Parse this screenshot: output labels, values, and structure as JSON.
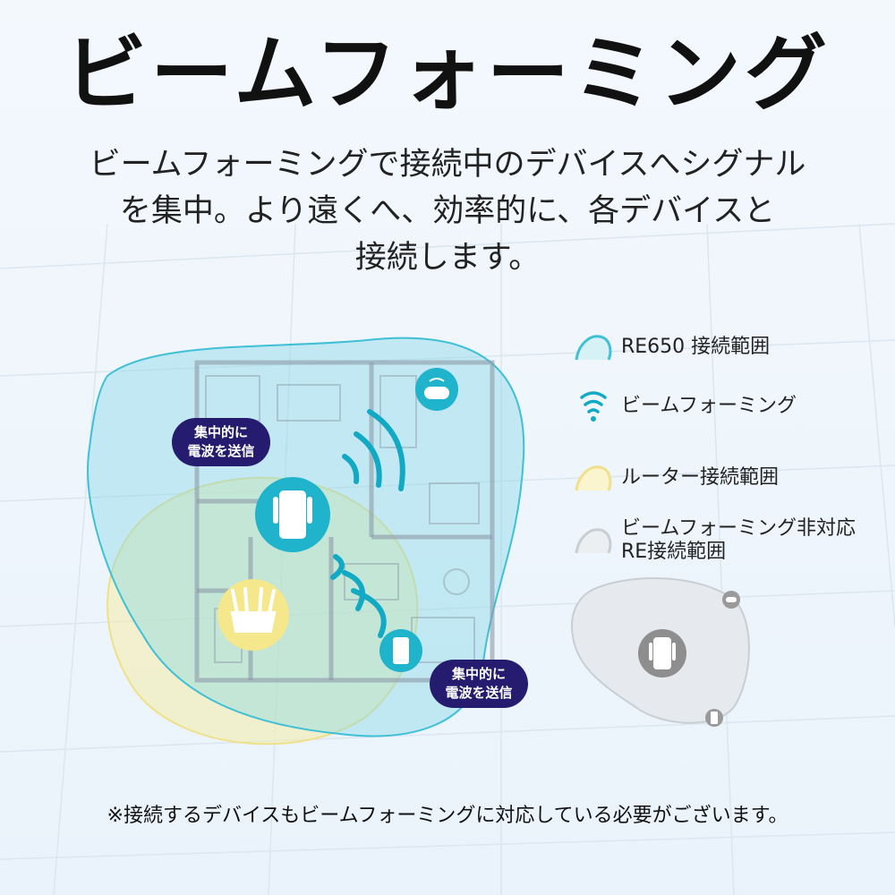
{
  "title": "ビームフォーミング",
  "description": {
    "line1": "ビームフォーミングで接続中のデバイスへシグナル",
    "line2": "を集中。より遠くへ、効率的に、各デバイスと",
    "line3": "接続します。"
  },
  "badges": {
    "top": {
      "line1": "集中的に",
      "line2": "電波を送信"
    },
    "bottom": {
      "line1": "集中的に",
      "line2": "電波を送信"
    }
  },
  "legend": [
    {
      "icon": "cyan-area-icon",
      "label": "RE650 接続範囲"
    },
    {
      "icon": "wifi-beam-icon",
      "label": "ビームフォーミング"
    },
    {
      "icon": "yellow-area-icon",
      "label": "ルーター接続範囲"
    },
    {
      "icon": "gray-area-icon",
      "label_line1": "ビームフォーミング非対応",
      "label_line2": "RE接続範囲"
    }
  ],
  "footnote": "※接続するデバイスもビームフォーミングに対応している必要がございます。",
  "colors": {
    "re_range": "#3fc0d6",
    "beam": "#12a9c4",
    "router_range": "#f3e79a",
    "non_beam_range": "#c9ced3",
    "badge": "#251c6f"
  }
}
